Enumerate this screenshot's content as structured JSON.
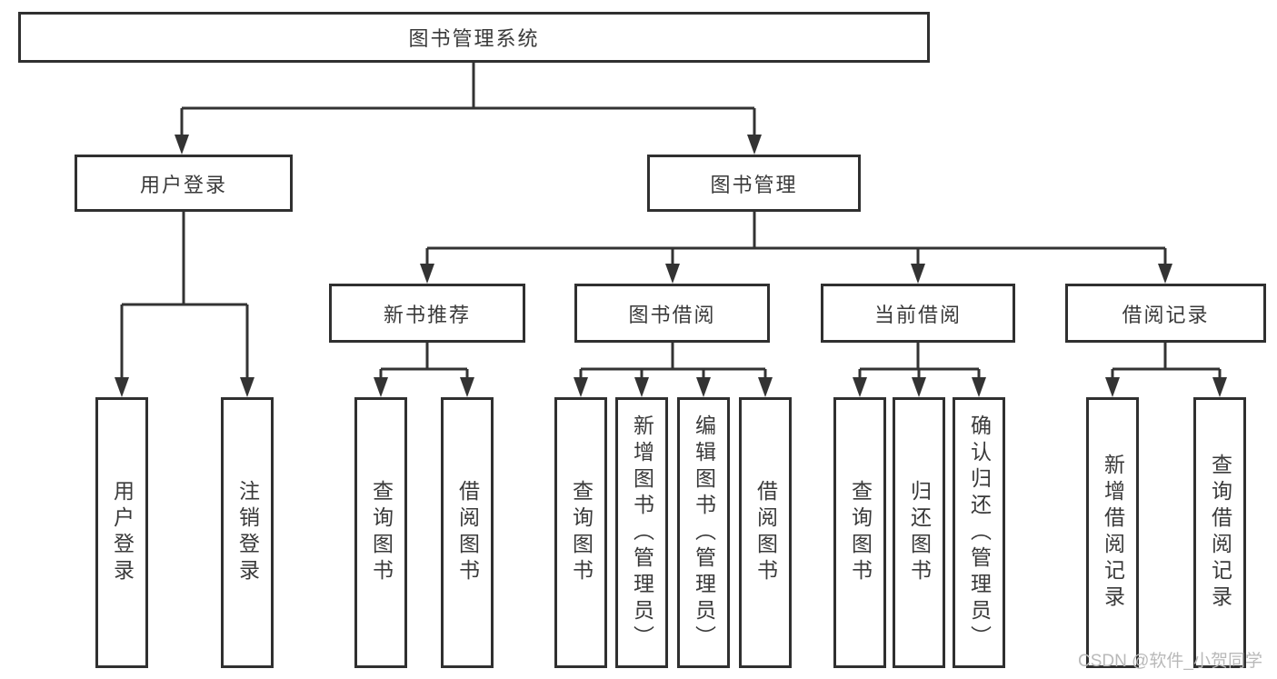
{
  "diagram": {
    "root": {
      "label": "图书管理系统"
    },
    "level2": [
      {
        "label": "用户登录"
      },
      {
        "label": "图书管理"
      }
    ],
    "level3": [
      {
        "label": "新书推荐"
      },
      {
        "label": "图书借阅"
      },
      {
        "label": "当前借阅"
      },
      {
        "label": "借阅记录"
      }
    ],
    "leaves": [
      {
        "label": "用户登录"
      },
      {
        "label": "注销登录"
      },
      {
        "label": "查询图书"
      },
      {
        "label": "借阅图书"
      },
      {
        "label": "查询图书"
      },
      {
        "label": "新增图书（管理员）"
      },
      {
        "label": "编辑图书（管理员）"
      },
      {
        "label": "借阅图书"
      },
      {
        "label": "查询图书"
      },
      {
        "label": "归还图书"
      },
      {
        "label": "确认归还（管理员）"
      },
      {
        "label": "新增借阅记录"
      },
      {
        "label": "查询借阅记录"
      }
    ],
    "watermark": "CSDN @软件_小贺同学",
    "colors": {
      "line": "#333333",
      "border": "#303030",
      "text": "#3a3a3a",
      "watermark": "#b9b9b9",
      "background": "#ffffff"
    }
  }
}
